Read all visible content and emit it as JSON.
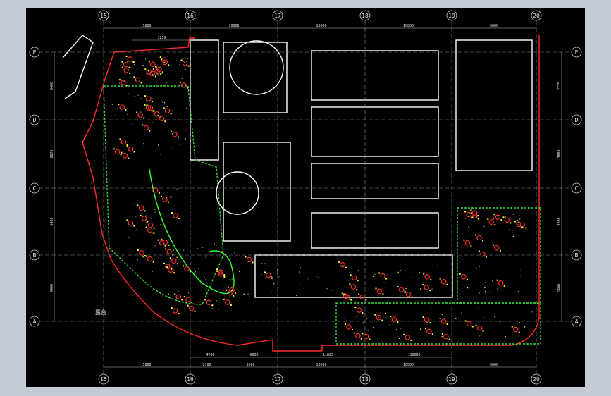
{
  "grid_columns": [
    "15",
    "16",
    "17",
    "18",
    "19",
    "20"
  ],
  "grid_rows": [
    "E",
    "D",
    "C",
    "B",
    "A"
  ],
  "top_dims": [
    "5800",
    "10000",
    "10000",
    "10000",
    "5000"
  ],
  "top_sub_dims": [
    "1250"
  ],
  "bottom_dims": [
    "5800",
    "2700",
    "3000",
    "10000",
    "10000",
    "5000"
  ],
  "bottom_sub_dims": [
    "4700",
    "6000",
    "11825",
    "10000"
  ],
  "left_dims": [
    "8400",
    "2670",
    "6400",
    "9400"
  ],
  "right_dims": [
    "2775",
    "3000",
    "3700",
    "6400"
  ],
  "annotations": {
    "terrace_label": "露台"
  },
  "colors": {
    "background": "#000000",
    "frame": "#c3ccd6",
    "wall": "#ffffff",
    "grid_line": "#8a8a8a",
    "boundary": "#ff2a2a",
    "furniture": "#ffff33",
    "partition": "#33dd33",
    "accent_red": "#ff3030"
  }
}
